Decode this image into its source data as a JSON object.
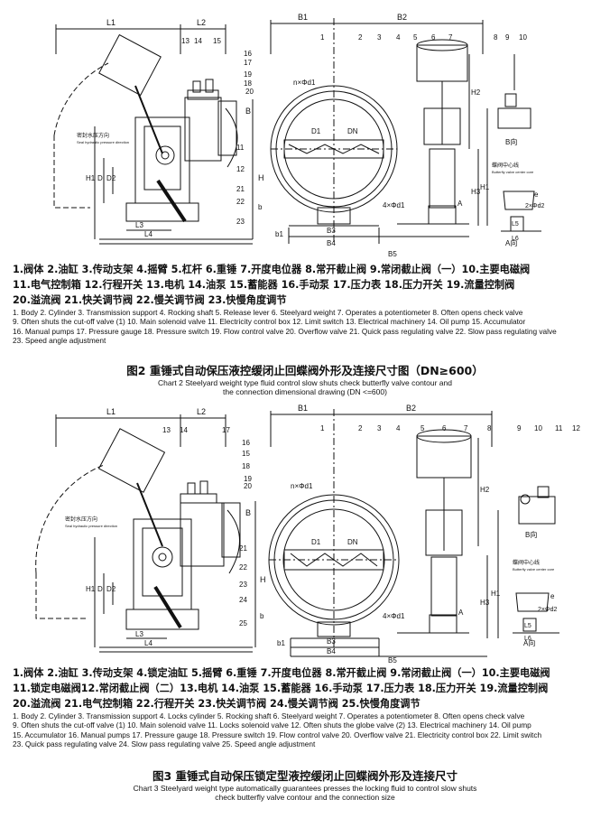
{
  "figure2": {
    "labels": {
      "L1": "L1",
      "L2": "L2",
      "L3": "L3",
      "L4": "L4",
      "H": "H",
      "H1": "H1",
      "H2": "H2",
      "H3": "H3",
      "D": "D",
      "D2": "D2",
      "b": "b",
      "e": "e",
      "B": "B",
      "B1": "B1",
      "B2": "B2",
      "B3": "B3",
      "B4": "B4",
      "B5": "B5",
      "nd1": "n×Φd1",
      "D1": "D1",
      "DN": "DN",
      "fd1": "4×Φd1",
      "d2": "2×Φd2",
      "L5": "L5",
      "L6": "L6",
      "A": "A",
      "b1": "b1",
      "seal_cn": "密封水压方向",
      "seal_en": "Seal hydraulic pressure direction",
      "center_cn": "蝶阀中心线",
      "center_en": "Butterfly valve center core",
      "b_view": "B向",
      "a_view": "A向"
    },
    "callouts": [
      "1",
      "2",
      "3",
      "4",
      "5",
      "6",
      "7",
      "8",
      "9",
      "10",
      "11",
      "12",
      "13",
      "14",
      "15",
      "16",
      "17",
      "18",
      "19",
      "20",
      "21",
      "22",
      "23"
    ],
    "legend_cn": [
      "1.阀体 2.油缸 3.传动支架 4.摇臂 5.杠杆 6.重锤 7.开度电位器 8.常开截止阀 9.常闭截止阀（一）10.主要电磁阀",
      "11.电气控制箱 12.行程开关 13.电机 14.油泵 15.蓄能器 16.手动泵 17.压力表 18.压力开关 19.流量控制阀",
      "20.溢流阀 21.快关调节阀 22.慢关调节阀 23.快慢角度调节"
    ],
    "legend_en": [
      "1. Body 2. Cylinder 3. Transmission support 4. Rocking shaft 5. Release lever 6. Steelyard weight 7. Operates a potentiometer 8. Often opens check valve",
      "9. Often shuts the cut-off valve (1) 10. Main solenoid valve 11. Electricity control box 12. Limit switch 13. Electrical machinery 14. Oil pump 15. Accumulator",
      "16. Manual pumps 17. Pressure gauge 18. Pressure switch 19. Flow control valve 20. Overflow valve 21. Quick pass regulating valve 22. Slow pass regulating valve",
      "23. Speed angle adjustment"
    ],
    "caption_cn": "图2 重锤式自动保压液控缓闭止回蝶阀外形及连接尺寸图（DN≥600）",
    "caption_en_1": "Chart 2 Steelyard weight  type fluid control slow shuts check butterfly valve contour and",
    "caption_en_2": "the connection dimensional drawing (DN <=600)"
  },
  "figure3": {
    "labels": {
      "L1": "L1",
      "L2": "L2",
      "L3": "L3",
      "L4": "L4",
      "H": "H",
      "H1": "H1",
      "H2": "H2",
      "H3": "H3",
      "D": "D",
      "D2": "D2",
      "b": "b",
      "e": "e",
      "B": "B",
      "B1": "B1",
      "B2": "B2",
      "B3": "B3",
      "B4": "B4",
      "B5": "B5",
      "nd1": "n×Φd1",
      "D1": "D1",
      "DN": "DN",
      "fd1": "4×Φd1",
      "d2": "2×Φd2",
      "L5": "L5",
      "L6": "L6",
      "A": "A",
      "b1": "b1",
      "seal_cn": "密封水压方向",
      "seal_en": "Seal hydraulic pressure direction",
      "center_cn": "蝶阀中心线",
      "center_en": "Butterfly valve center core",
      "b_view": "B向",
      "a_view": "A向"
    },
    "callouts": [
      "1",
      "2",
      "3",
      "4",
      "5",
      "6",
      "7",
      "8",
      "9",
      "10",
      "11",
      "12",
      "13",
      "14",
      "15",
      "16",
      "17",
      "18",
      "19",
      "20",
      "21",
      "22",
      "23",
      "24",
      "25"
    ],
    "legend_cn": [
      "1.阀体 2.油缸 3.传动支架 4.锁定油缸 5.摇臂 6.重锤 7.开度电位器 8.常开截止阀 9.常闭截止阀（一）10.主要电磁阀",
      "11.锁定电磁阀12.常闭截止阀（二）13.电机 14.油泵 15.蓄能器 16.手动泵 17.压力表 18.压力开关 19.流量控制阀",
      "20.溢流阀 21.电气控制箱 22.行程开关 23.快关调节阀 24.慢关调节阀 25.快慢角度调节"
    ],
    "legend_en": [
      "1. Body 2. Cylinder 3. Transmission support 4. Locks cylinder 5. Rocking shaft 6. Steelyard weight 7. Operates a potentiometer 8. Often opens check valve",
      "9. Often shuts the cut-off valve (1) 10. Main solenoid valve 11. Locks solenoid valve 12. Often shuts the globe valve (2) 13. Electrical machinery 14. Oil pump",
      "15. Accumulator 16. Manual pumps 17. Pressure gauge 18. Pressure switch 19. Flow control valve 20. Overflow valve 21. Electricity control box 22. Limit switch",
      "23. Quick pass regulating valve 24. Slow pass regulating valve 25. Speed angle adjustment"
    ],
    "caption_cn": "图3 重锤式自动保压锁定型液控缓闭止回蝶阀外形及连接尺寸",
    "caption_en_1": "Chart 3 Steelyard weight type automatically guarantees presses the locking fluid to control slow shuts",
    "caption_en_2": "check butterfly valve contour and the connection size"
  }
}
